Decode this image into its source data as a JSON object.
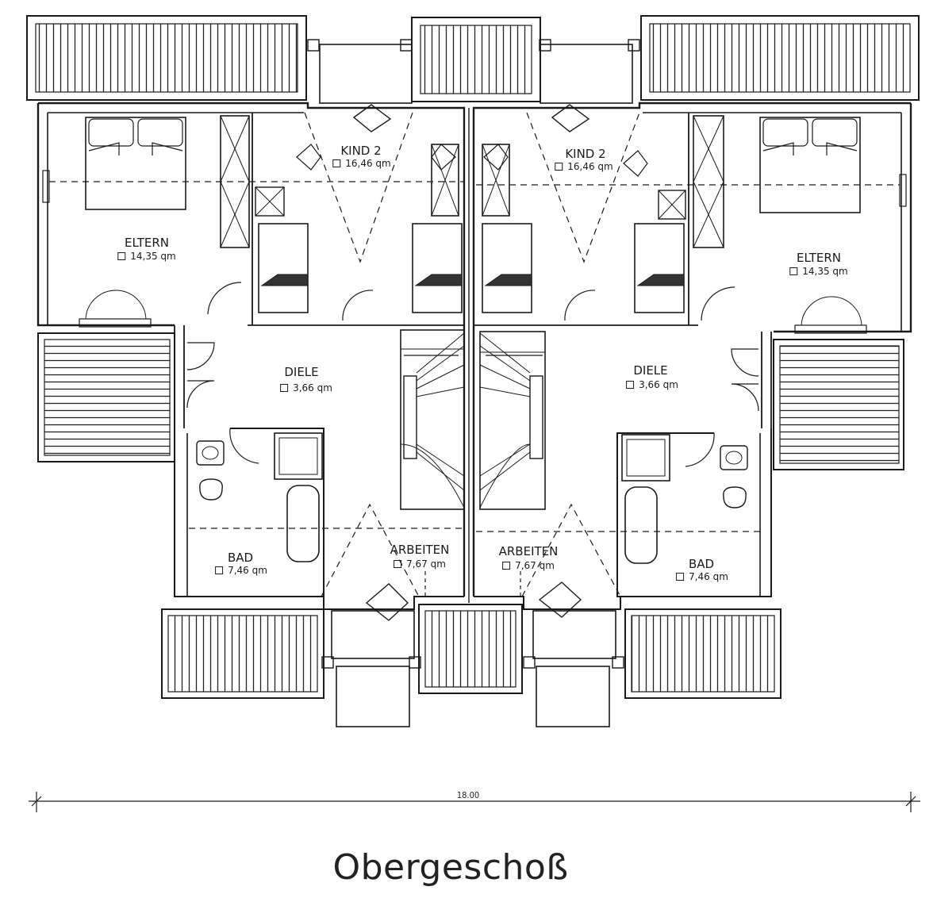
{
  "rooms": {
    "left": {
      "eltern": {
        "label": "ELTERN",
        "area": "14,35 qm"
      },
      "kind": {
        "label": "KIND 2",
        "area": "16,46 qm"
      },
      "diele": {
        "label": "DIELE",
        "area": "3,66 qm"
      },
      "bad": {
        "label": "BAD",
        "area": "7,46 qm"
      },
      "arbeiten": {
        "label": "ARBEITEN",
        "area": "7,67 qm"
      }
    },
    "right": {
      "eltern": {
        "label": "ELTERN",
        "area": "14,35 qm"
      },
      "kind": {
        "label": "KIND 2",
        "area": "16,46 qm"
      },
      "diele": {
        "label": "DIELE",
        "area": "3,66 qm"
      },
      "bad": {
        "label": "BAD",
        "area": "7,46 qm"
      },
      "arbeiten": {
        "label": "ARBEITEN",
        "area": "7,67 qm"
      }
    }
  },
  "dimension": "18.00",
  "title": "Obergeschoß"
}
